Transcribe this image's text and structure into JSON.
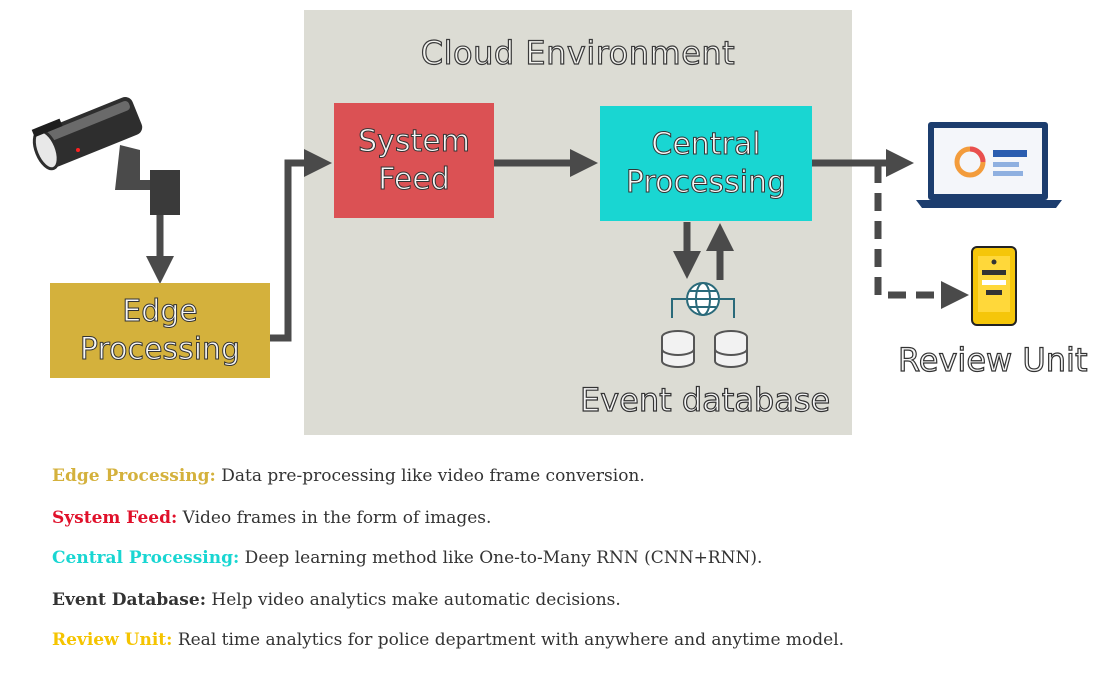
{
  "diagram": {
    "cloud_title": "Cloud Environment",
    "edge_box": "Edge\nProcessing",
    "system_feed_box": "System\nFeed",
    "central_box": "Central\nProcessing",
    "event_db_label": "Event database",
    "review_label": "Review Unit"
  },
  "legend": [
    {
      "term": "Edge Processing:",
      "text": " Data pre-processing like video frame conversion.",
      "color": "#d4b13c"
    },
    {
      "term": "System Feed:",
      "text": " Video frames in the form of images.",
      "color": "#e0102a"
    },
    {
      "term": "Central Processing:",
      "text": " Deep learning method like One-to-Many RNN (CNN+RNN).",
      "color": "#19d6d2"
    },
    {
      "term": " Event Database:",
      "text": " Help video analytics make automatic decisions.",
      "color": "#333333"
    },
    {
      "term": "Review Unit:",
      "text": " Real time analytics for police department with anywhere and anytime model.",
      "color": "#f5c400"
    }
  ],
  "colors": {
    "cloud_bg": "#dcdcd4",
    "edge": "#d4b13c",
    "feed": "#db5154",
    "central": "#19d6d2",
    "arrow": "#4a4a4a"
  },
  "icons": [
    "security-camera-icon",
    "globe-network-icon",
    "database-icon",
    "laptop-icon",
    "smartphone-icon"
  ]
}
